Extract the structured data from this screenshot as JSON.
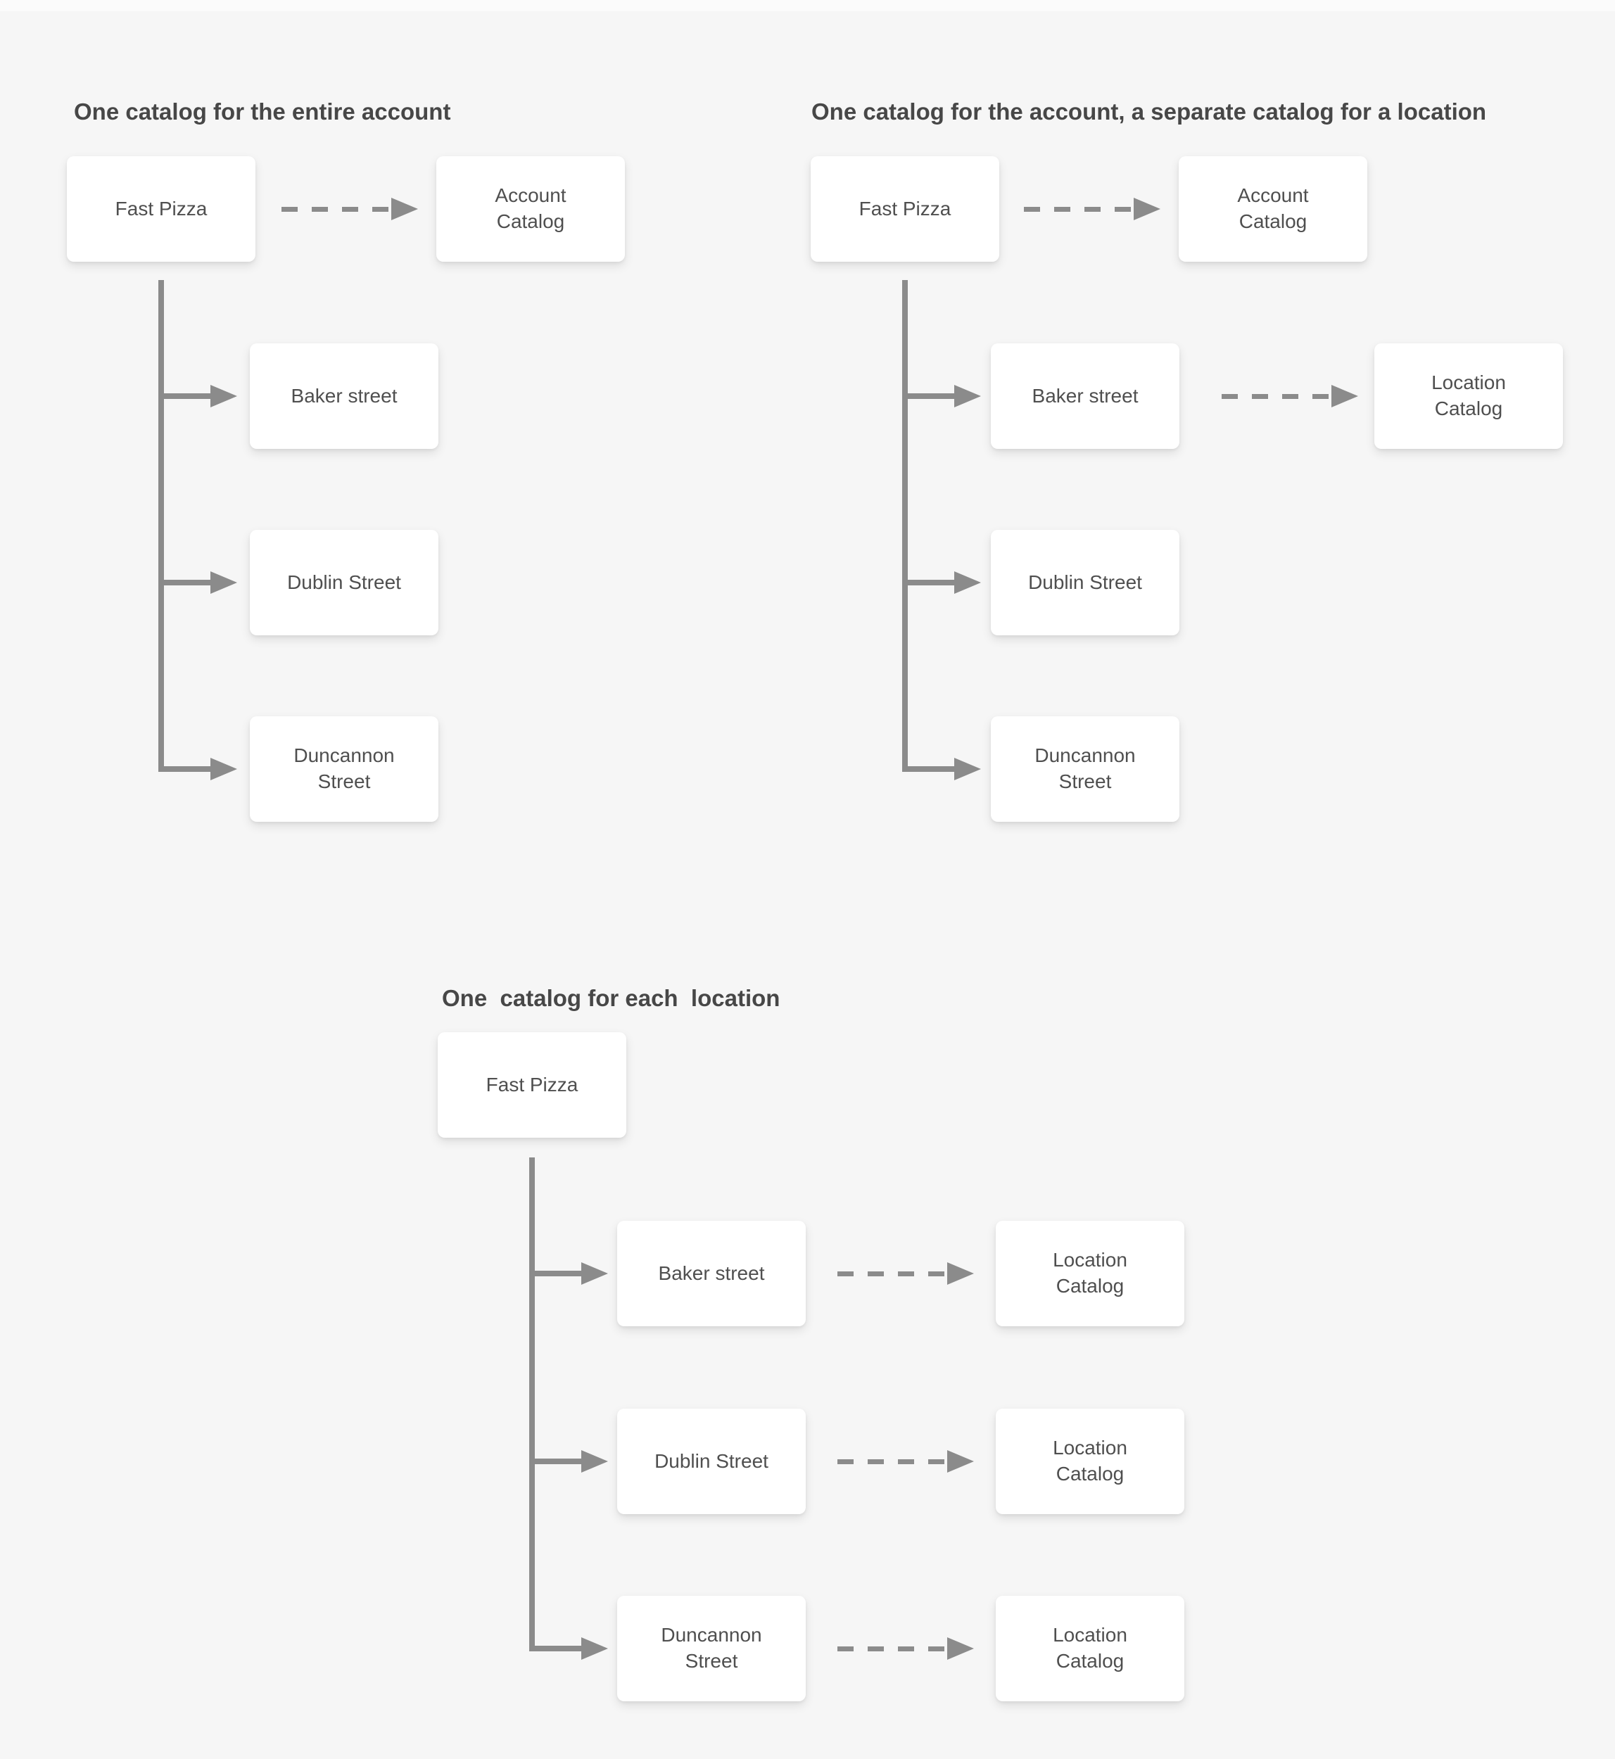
{
  "colors": {
    "background": "#f6f6f6",
    "top_strip": "#fbfbfb",
    "node_fill": "#ffffff",
    "node_text": "#4f4f4f",
    "title_text": "#474747",
    "connector": "#8b8b8b"
  },
  "diagrams": {
    "account": {
      "title": "One catalog for the entire account",
      "nodes": {
        "root": "Fast Pizza",
        "catalog": "Account Catalog",
        "loc1": "Baker street",
        "loc2": "Dublin Street",
        "loc3": "Duncannon Street"
      }
    },
    "account_and_location": {
      "title": "One catalog for the account, a separate catalog for a location",
      "nodes": {
        "root": "Fast Pizza",
        "catalog": "Account Catalog",
        "loc1": "Baker street",
        "loc1_catalog": "Location Catalog",
        "loc2": "Dublin Street",
        "loc3": "Duncannon Street"
      }
    },
    "per_location": {
      "title": "One  catalog for each  location",
      "nodes": {
        "root": "Fast Pizza",
        "loc1": "Baker street",
        "loc1_catalog": "Location Catalog",
        "loc2": "Dublin Street",
        "loc2_catalog": "Location Catalog",
        "loc3": "Duncannon Street",
        "loc3_catalog": "Location Catalog"
      }
    }
  }
}
